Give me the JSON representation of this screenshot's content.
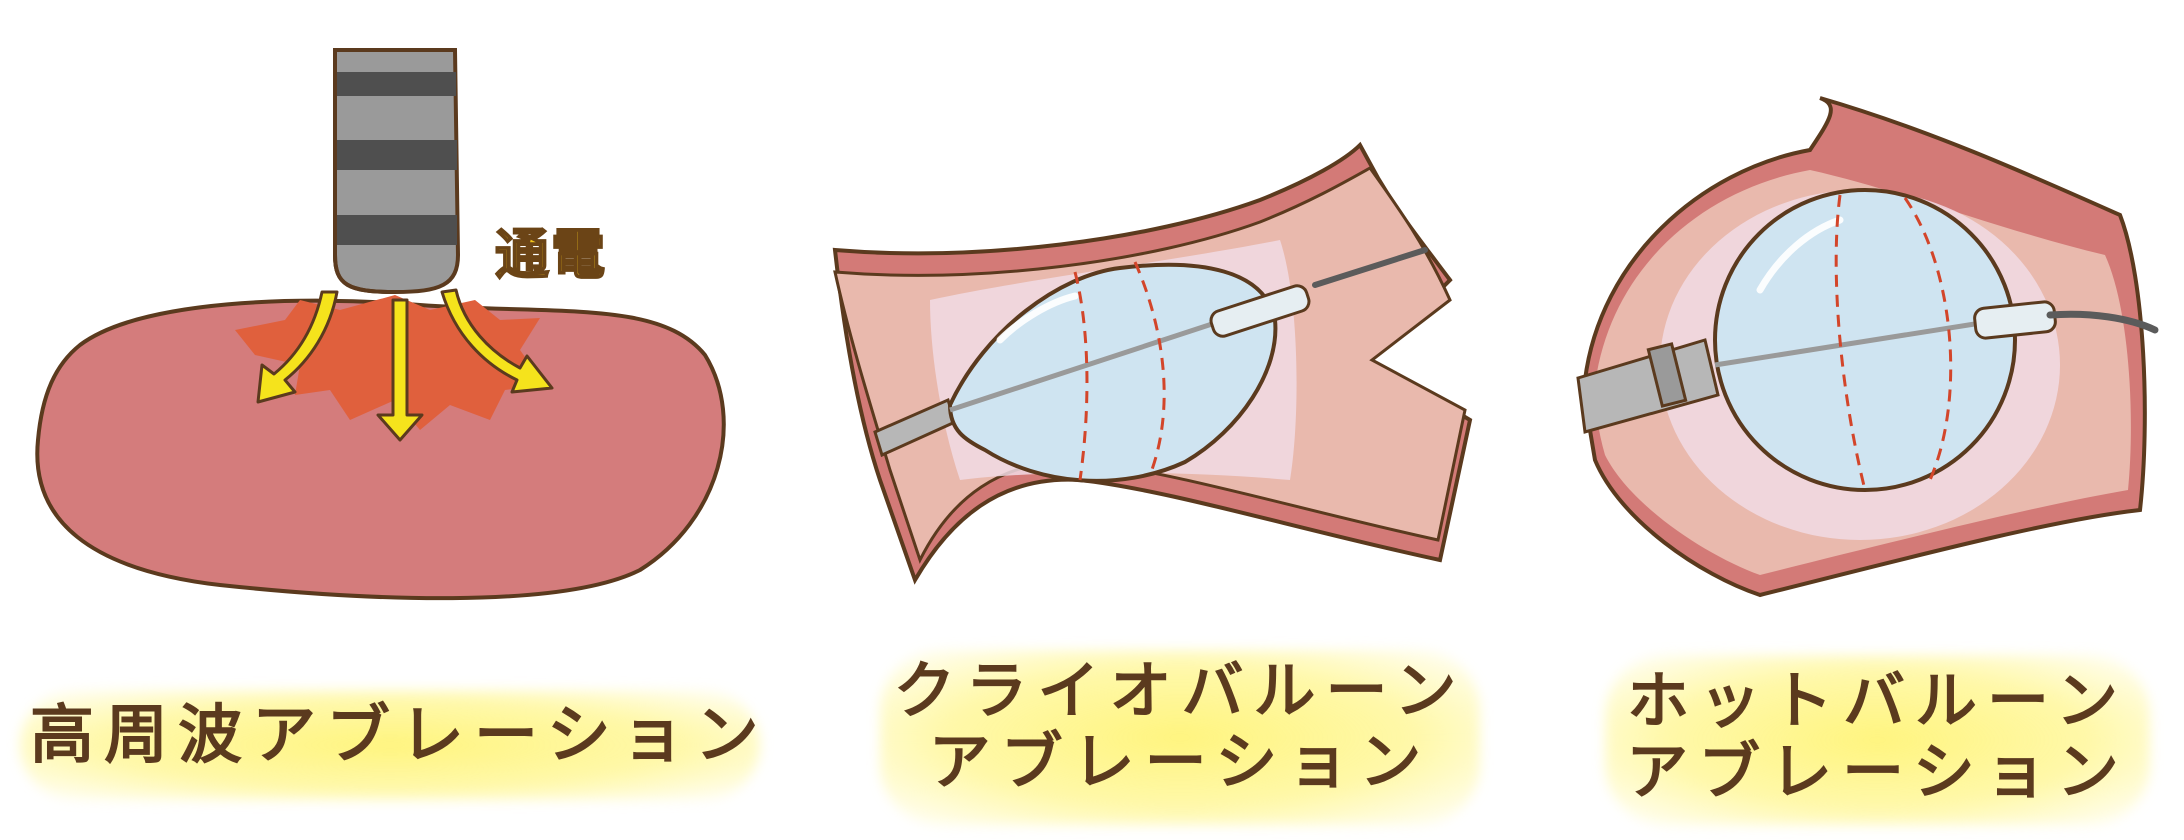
{
  "panels": [
    {
      "lines": [
        "高周波アブレーション"
      ]
    },
    {
      "lines": [
        "クライオバルーン",
        "アブレーション"
      ]
    },
    {
      "lines": [
        "ホットバルーン",
        "アブレーション"
      ]
    }
  ],
  "current_label": "通電",
  "colors": {
    "text": "#5b3a1e",
    "highlight": "#fff27a",
    "tissue": "#d47c7c",
    "vessel_wall": "#d37a77",
    "vessel_inner": "#e9b9ad",
    "balloon": "#cfe4f1",
    "arrow": "#f5e31c",
    "burn": "#e0603d"
  }
}
